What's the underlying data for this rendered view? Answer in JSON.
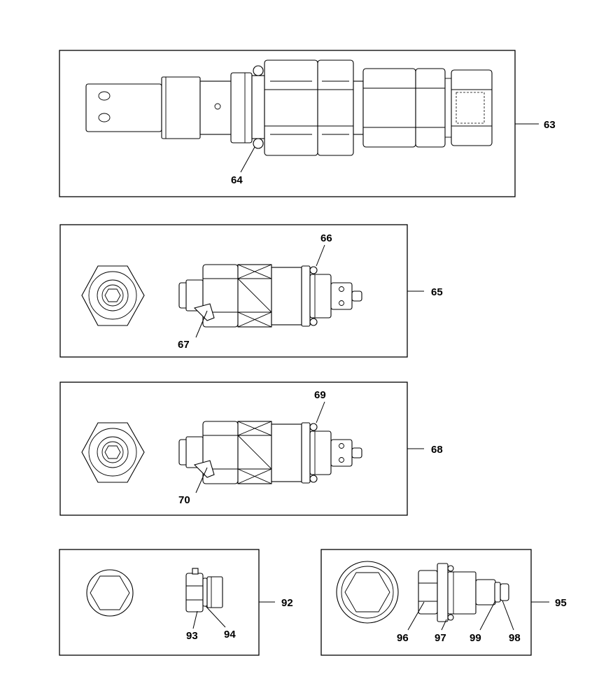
{
  "callouts": {
    "c63": "63",
    "c64": "64",
    "c65": "65",
    "c66": "66",
    "c67": "67",
    "c68": "68",
    "c69": "69",
    "c70": "70",
    "c92": "92",
    "c93": "93",
    "c94": "94",
    "c95": "95",
    "c96": "96",
    "c97": "97",
    "c98": "98",
    "c99": "99"
  }
}
